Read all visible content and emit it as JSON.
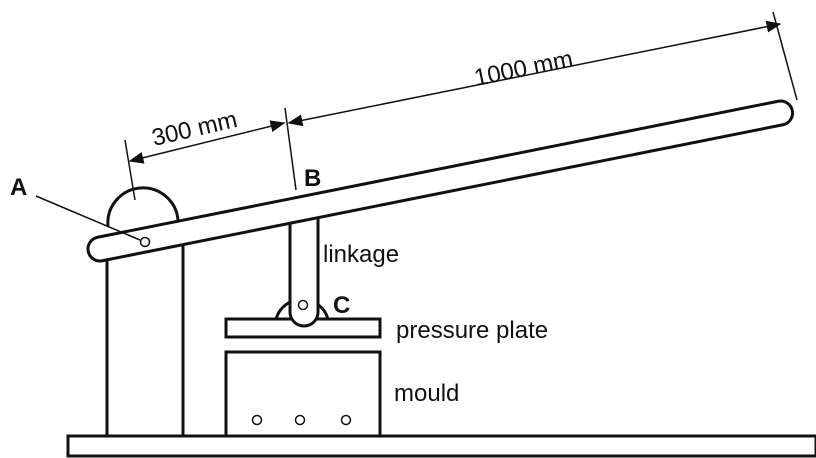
{
  "labels": {
    "point_a": "A",
    "point_b": "B",
    "point_c": "C",
    "dim_short": "300 mm",
    "dim_long": "1000 mm",
    "linkage": "linkage",
    "pressure_plate": "pressure plate",
    "mould": "mould"
  },
  "colors": {
    "ink": "#111111",
    "paper": "#ffffff"
  }
}
